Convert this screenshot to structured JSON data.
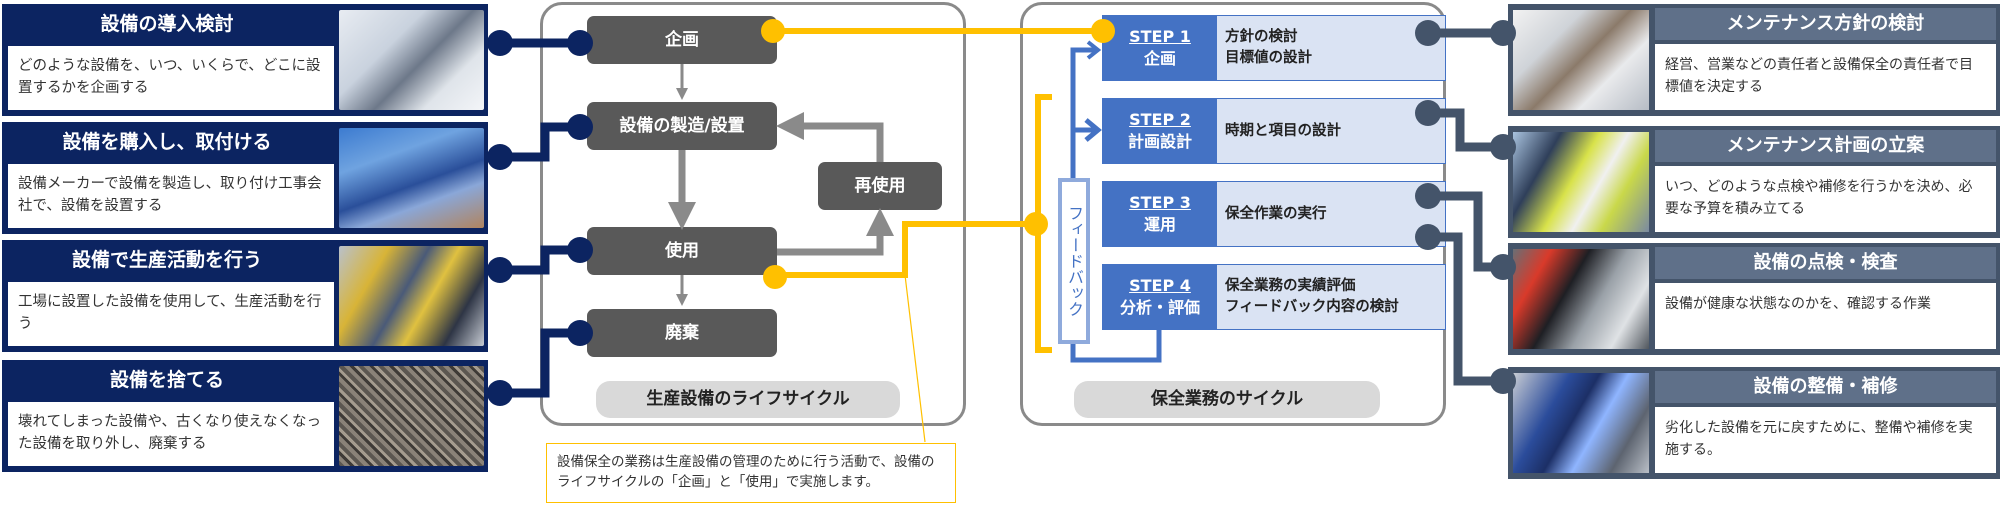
{
  "left_cards": [
    {
      "title": "設備の導入検討",
      "description": "どのような設備を、いつ、いくらで、どこに設置するかを企画する",
      "image": "business-meeting-photo"
    },
    {
      "title": "設備を購入し、取付ける",
      "description": "設備メーカーで設備を製造し、取り付け工事会社で、設備を設置する",
      "image": "solar-panel-installation-photo"
    },
    {
      "title": "設備で生産活動を行う",
      "description": "工場に設置した設備を使用して、生産活動を行う",
      "image": "factory-robots-photo"
    },
    {
      "title": "設備を捨てる",
      "description": "壊れてしまった設備や、古くなり使えなくなった設備を取り外し、廃棄する",
      "image": "scrap-pile-photo"
    }
  ],
  "lifecycle": {
    "caption": "生産設備のライフサイクル",
    "stages": [
      "企画",
      "設備の製造/設置",
      "使用",
      "廃棄"
    ],
    "reuse": "再使用"
  },
  "note": "設備保全の業務は生産設備の管理のために行う活動で、設備のライフサイクルの「企画」と「使用」で実施します。",
  "maintenance_cycle": {
    "caption": "保全業務のサイクル",
    "feedback_label": "フィードバック",
    "steps": [
      {
        "step": "STEP 1",
        "name": "企画",
        "desc": [
          "方針の検討",
          "目標値の設計"
        ]
      },
      {
        "step": "STEP 2",
        "name": "計画設計",
        "desc": [
          "時期と項目の設計"
        ]
      },
      {
        "step": "STEP 3",
        "name": "運用",
        "desc": [
          "保全作業の実行"
        ]
      },
      {
        "step": "STEP 4",
        "name": "分析・評価",
        "desc": [
          "保全業務の実績評価",
          "フィードバック内容の検討"
        ]
      }
    ]
  },
  "right_cards": [
    {
      "title": "メンテナンス方針の検討",
      "description": "経営、営業などの責任者と設備保全の責任者で目標値を決定する",
      "image": "planning-documents-photo"
    },
    {
      "title": "メンテナンス計画の立案",
      "description": "いつ、どのような点検や補修を行うかを決め、必要な予算を積み立てる",
      "image": "engineers-discussion-photo"
    },
    {
      "title": "設備の点検・検査",
      "description": "設備が健康な状態なのかを、確認する作業",
      "image": "worker-inspection-photo"
    },
    {
      "title": "設備の整備・補修",
      "description": "劣化した設備を元に戻すために、整備や補修を実施する。",
      "image": "welding-repair-photo"
    }
  ],
  "colors": {
    "navy": "#0c2461",
    "slate": "#44546a",
    "accent_yellow": "#ffc000",
    "step_blue": "#4472c4",
    "dark_box": "#595959"
  }
}
